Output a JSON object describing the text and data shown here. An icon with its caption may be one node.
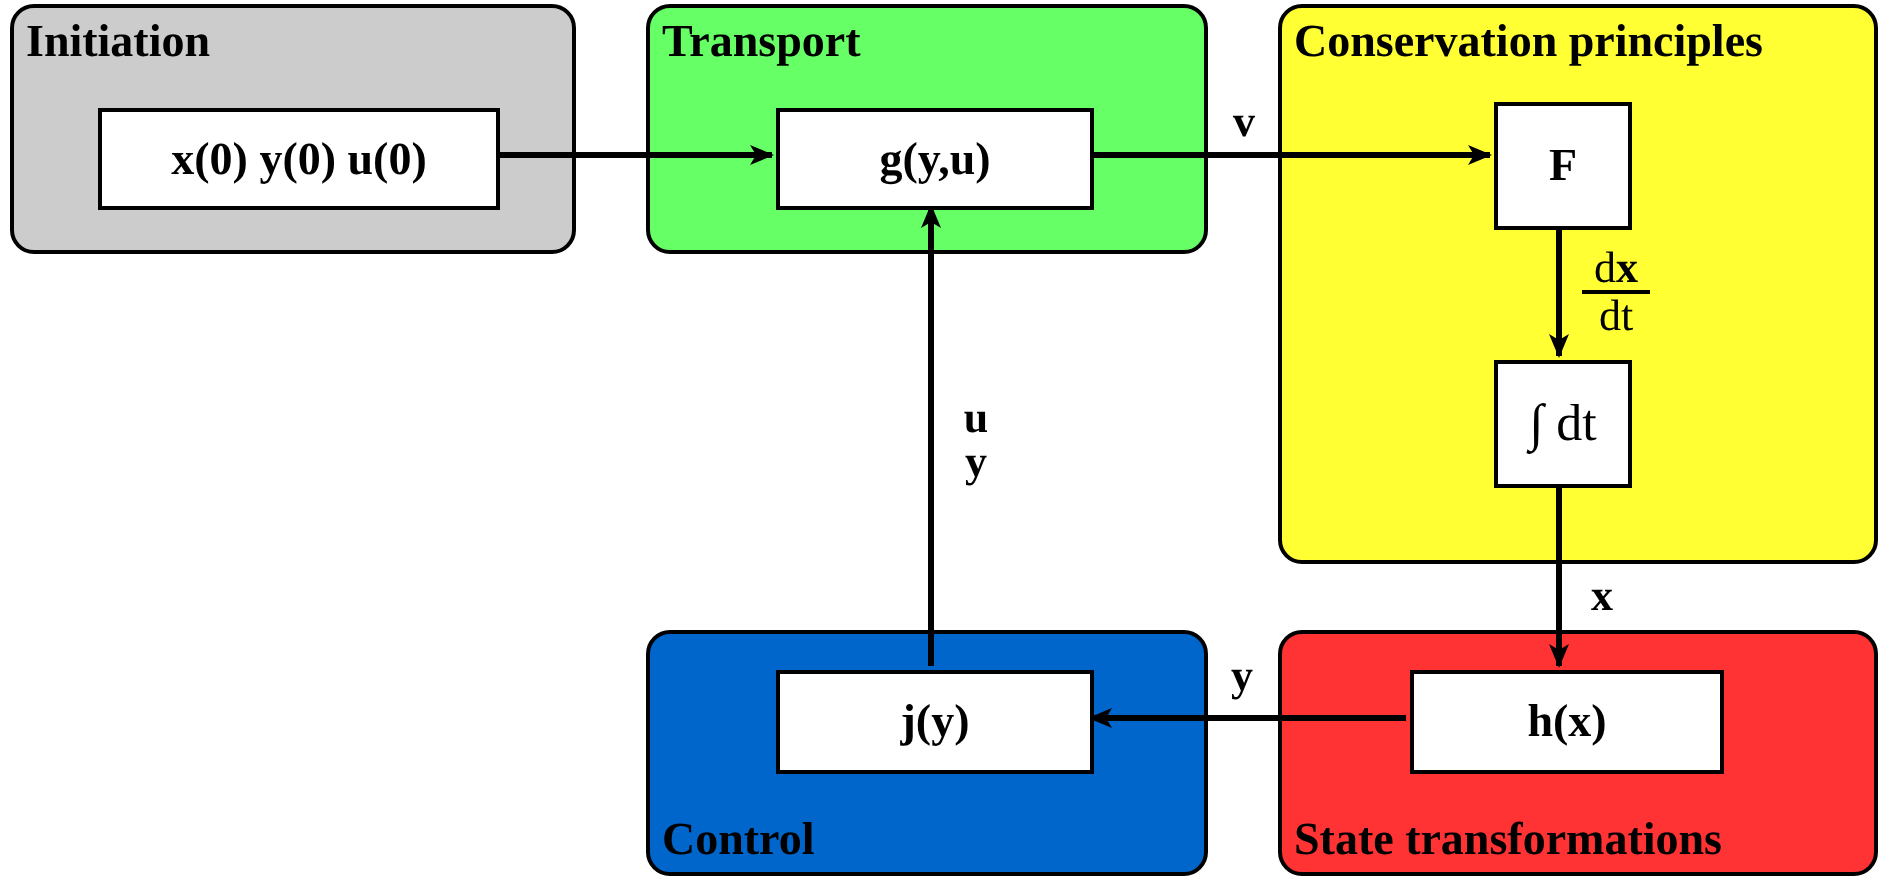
{
  "diagram": {
    "nodes": [
      {
        "text": [
          "Initiation"
        ]
      },
      {
        "text": [
          "x(0) y(0) u(0)"
        ],
        "in": 0
      },
      {
        "text": [
          "Transport"
        ]
      },
      {
        "text": [
          "g(y,u)"
        ],
        "in": 2
      },
      {
        "text": [
          "Conservation principles"
        ]
      },
      {
        "text": [
          "F"
        ],
        "in": 4
      },
      {
        "text": [
          "∫ dt"
        ],
        "in": 4
      },
      {
        "text": [
          "Control"
        ]
      },
      {
        "text": [
          "j(y)"
        ],
        "in": 7
      },
      {
        "text": [
          "State transformations"
        ]
      },
      {
        "text": [
          "h(x)"
        ],
        "in": 9
      }
    ],
    "edges": [
      {
        "from": 1,
        "to": 3,
        "arrow": "to"
      },
      {
        "from": 3,
        "to": 5,
        "arrow": "to",
        "label": "v"
      },
      {
        "from": 5,
        "to": 6,
        "arrow": "to",
        "label": "d**x** dt"
      },
      {
        "from": 6,
        "to": 10,
        "arrow": "to",
        "label": "x"
      },
      {
        "from": 10,
        "to": 8,
        "arrow": "to",
        "label": "y"
      },
      {
        "from": 8,
        "to": 3,
        "arrow": "to",
        "label": "u y"
      }
    ]
  }
}
